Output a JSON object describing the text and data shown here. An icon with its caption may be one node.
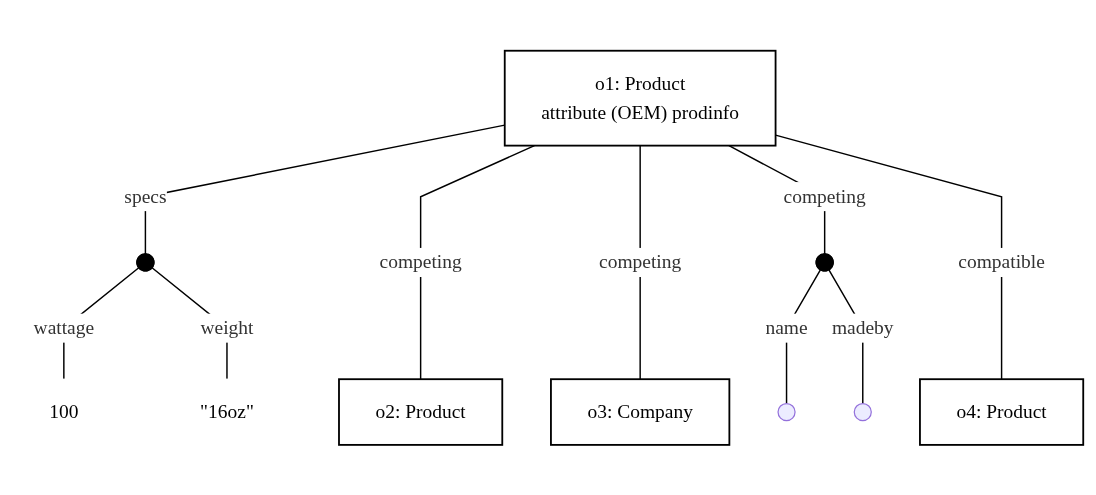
{
  "diagram": {
    "nodes": [
      {
        "text": [
          "o1:  Product",
          "attribute (OEM) prodinfo"
        ]
      },
      {
        "text": [],
        "shape": "circle"
      },
      {
        "text": [
          "100"
        ]
      },
      {
        "text": [
          "\"16oz\""
        ]
      },
      {
        "text": [
          "o2: Product"
        ]
      },
      {
        "text": [
          "o3: Company"
        ]
      },
      {
        "text": [],
        "shape": "circle"
      },
      {
        "text": [],
        "shape": "point"
      },
      {
        "text": [],
        "shape": "point"
      },
      {
        "text": [
          "o4: Product"
        ]
      }
    ],
    "edges": [
      {
        "from": 0,
        "to": 1,
        "arrow": "none",
        "label": "specs"
      },
      {
        "from": 1,
        "to": 2,
        "arrow": "none",
        "label": "wattage"
      },
      {
        "from": 1,
        "to": 3,
        "arrow": "none",
        "label": "weight"
      },
      {
        "from": 0,
        "to": 4,
        "arrow": "none",
        "label": "competing"
      },
      {
        "from": 0,
        "to": 5,
        "arrow": "none",
        "label": "competing"
      },
      {
        "from": 0,
        "to": 6,
        "arrow": "none",
        "label": "competing"
      },
      {
        "from": 6,
        "to": 7,
        "arrow": "none",
        "label": "name"
      },
      {
        "from": 6,
        "to": 8,
        "arrow": "none",
        "label": "madeby"
      },
      {
        "from": 0,
        "to": 9,
        "arrow": "none",
        "label": "compatible"
      }
    ]
  }
}
